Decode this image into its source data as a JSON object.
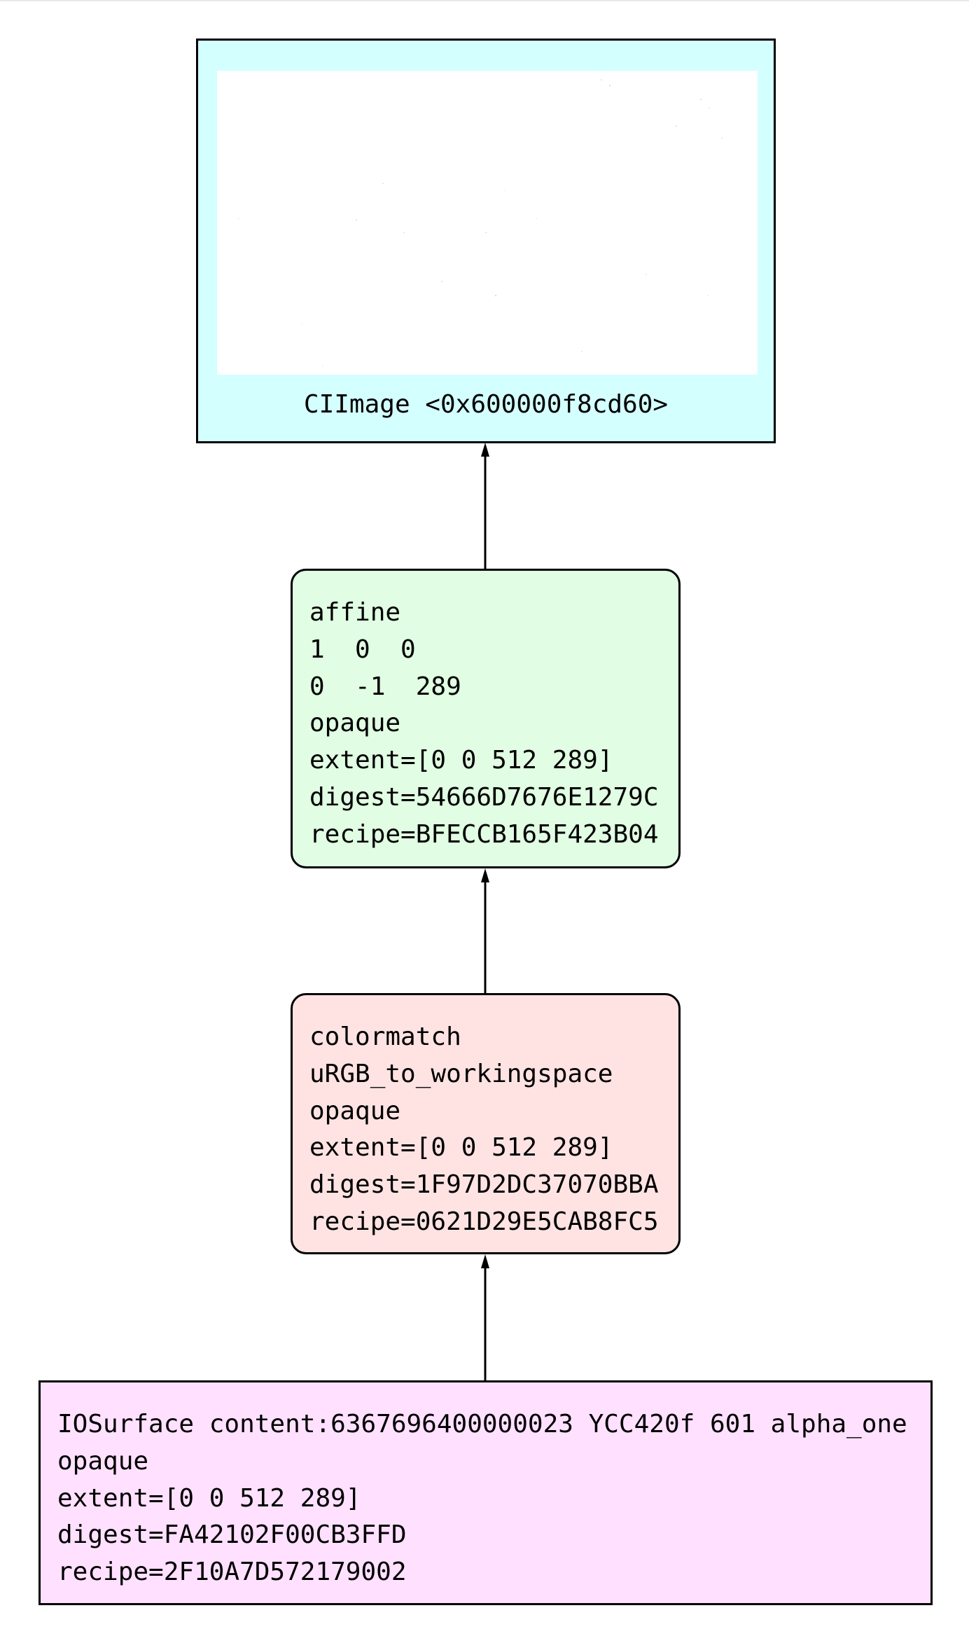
{
  "diagram": {
    "output_node": {
      "label": "CIImage <0x600000f8cd60>",
      "preview_fill": "#ffffff",
      "fill": "#d4ffff"
    },
    "affine_node": {
      "fill": "#e1fde3",
      "lines": [
        "affine",
        "1  0  0",
        "0  -1  289",
        "opaque",
        "extent=[0 0 512 289]",
        "digest=54666D7676E1279C",
        "recipe=BFECCB165F423B04"
      ]
    },
    "colormatch_node": {
      "fill": "#ffe3e3",
      "lines": [
        "colormatch",
        "uRGB_to_workingspace",
        "opaque",
        "extent=[0 0 512 289]",
        "digest=1F97D2DC37070BBA",
        "recipe=0621D29E5CAB8FC5"
      ]
    },
    "iosurface_node": {
      "fill": "#ffe1ff",
      "lines": [
        "IOSurface content:6367696400000023 YCC420f 601 alpha_one",
        "opaque",
        "extent=[0 0 512 289]",
        "digest=FA42102F00CB3FFD",
        "recipe=2F10A7D572179002"
      ]
    },
    "edges": [
      {
        "from": "iosurface_node",
        "to": "colormatch_node"
      },
      {
        "from": "colormatch_node",
        "to": "affine_node"
      },
      {
        "from": "affine_node",
        "to": "output_node"
      }
    ],
    "edge_color": "#000000"
  }
}
